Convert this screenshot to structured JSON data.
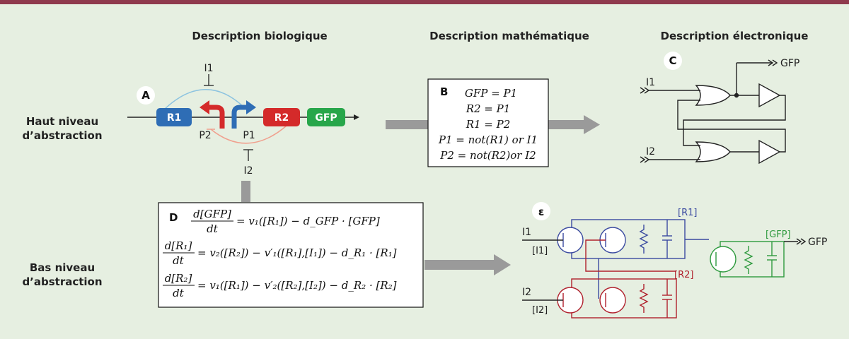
{
  "headers": {
    "bio": "Description biologique",
    "math": "Description mathématique",
    "elec": "Description électronique"
  },
  "rows": {
    "high_line1": "Haut niveau",
    "high_line2": "d’abstraction",
    "low_line1": "Bas niveau",
    "low_line2": "d’abstraction"
  },
  "panel_a": {
    "letter": "A",
    "genes": [
      "R1",
      "R2",
      "GFP"
    ],
    "promoters": [
      "P2",
      "P1"
    ],
    "inducers": [
      "I1",
      "I2"
    ]
  },
  "panel_b": {
    "letter": "B",
    "equations": [
      "GFP = P1",
      "R2 = P1",
      "R1 = P2",
      "P1 = not(R1) or I1",
      "P2 = not(R2)or I2"
    ]
  },
  "panel_c": {
    "letter": "C",
    "output": "GFP",
    "inputs": [
      "I1",
      "I2"
    ]
  },
  "panel_d": {
    "letter": "D",
    "eq1_num": "d[GFP]",
    "eq1_den": "dt",
    "eq1_rhs": "= v₁([R₁]) − d_GFP · [GFP]",
    "eq2_num": "d[R₁]",
    "eq2_den": "dt",
    "eq2_rhs": "= v₂([R₂]) − v′₁([R₁],[I₁]) − d_R₁ · [R₁]",
    "eq3_num": "d[R₂]",
    "eq3_den": "dt",
    "eq3_rhs": "= v₁([R₁]) − v′₂([R₂],[I₂]) − d_R₂ · [R₂]"
  },
  "panel_e": {
    "letter": "ε",
    "node_r1": "[R1]",
    "node_r2": "[R2]",
    "node_gfp": "[GFP]",
    "output": "GFP",
    "in1": "I1",
    "in1_node": "[I1]",
    "in2": "I2",
    "in2_node": "[I2]"
  },
  "colors": {
    "topbar": "#8f3a4d",
    "background": "#e6efe1",
    "r1_blue": "#2e6db5",
    "r2_red": "#d42a2a",
    "gfp_green": "#27a64a",
    "circuit_blue": "#3a4aa0",
    "circuit_red": "#b0202c",
    "circuit_green": "#2e9a3e",
    "arrow_gray": "#9a9a9a"
  }
}
